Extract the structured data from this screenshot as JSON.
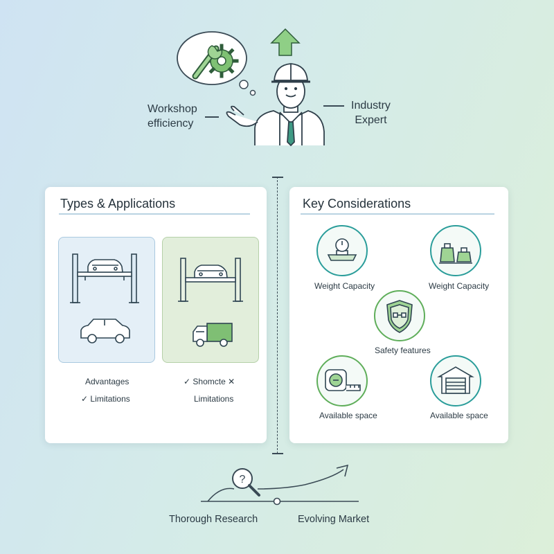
{
  "hero": {
    "left_label_line1": "Workshop",
    "left_label_line2": "efficiency",
    "right_label_line1": "Industry",
    "right_label_line2": "Expert"
  },
  "types_card": {
    "title": "Types & Applications",
    "left_col": {
      "line1": "Advantages",
      "line2_check": "✓",
      "line2": "Limitations"
    },
    "right_col": {
      "line1_check": "✓",
      "line1": "Shomcte",
      "line1_cross": "✕",
      "line2": "Limitations"
    }
  },
  "considerations_card": {
    "title": "Key Considerations",
    "items": [
      {
        "label": "Weight Capacity",
        "icon": "scale-icon"
      },
      {
        "label": "Weight Capacity",
        "icon": "weights-icon"
      },
      {
        "label": "Safety features",
        "icon": "shield-icon"
      },
      {
        "label": "Available space",
        "icon": "tape-measure-icon"
      },
      {
        "label": "Available space",
        "icon": "garage-icon"
      }
    ]
  },
  "footer": {
    "left_label": "Thorough Research",
    "right_label": "Evolving Market"
  },
  "colors": {
    "teal": "#2a9d9a",
    "green": "#5fae5a",
    "ink": "#3a4a55"
  }
}
